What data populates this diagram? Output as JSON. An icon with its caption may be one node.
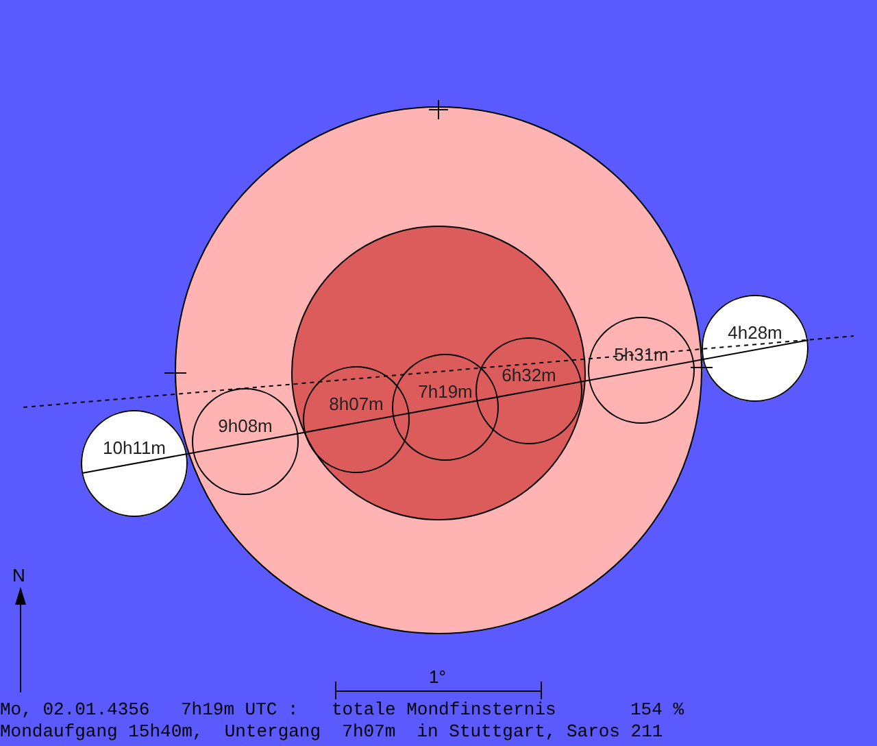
{
  "diagram": {
    "nodes": [
      {
        "text": [
          "10h11m"
        ]
      },
      {
        "text": [
          "9h08m"
        ]
      },
      {
        "text": [
          "8h07m"
        ]
      },
      {
        "text": [
          "7h19m"
        ]
      },
      {
        "text": [
          "6h32m"
        ]
      },
      {
        "text": [
          "5h31m"
        ]
      },
      {
        "text": [
          "4h28m"
        ]
      }
    ],
    "labels": [
      "N",
      "1°",
      "Mo, 02.01.4356",
      "7h19m UTC :",
      "totale Mondfinsternis",
      "154 %",
      "Mondaufgang 15h40m,  Untergang  7h07m  in Stuttgart, Saros 211"
    ]
  }
}
